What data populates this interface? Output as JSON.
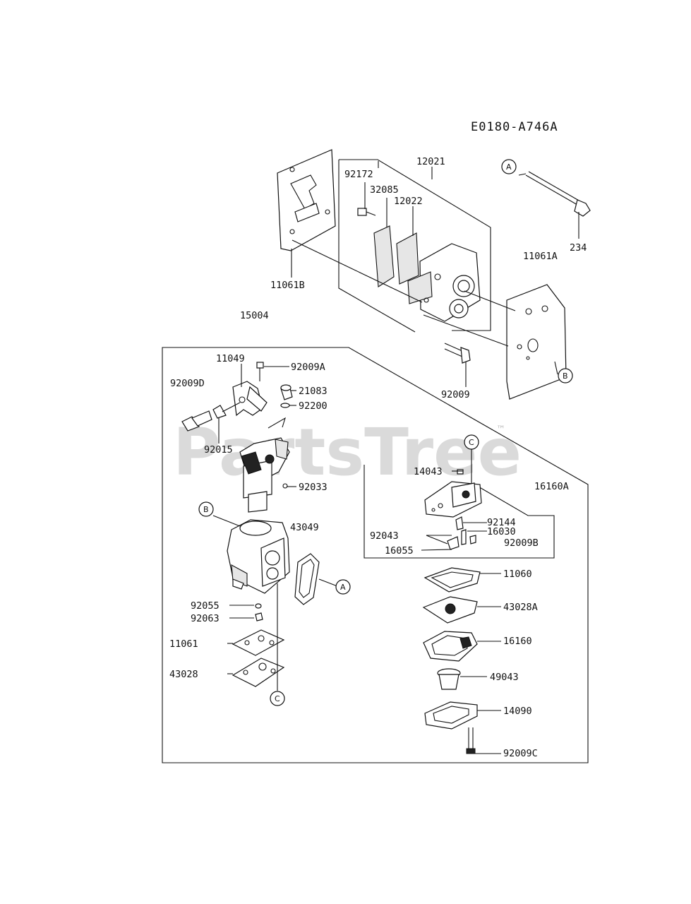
{
  "diagram_code": "E0180-A746A",
  "watermark": "PartsTree",
  "trademark": "™",
  "markers": {
    "a": "A",
    "b": "B",
    "c": "C"
  },
  "labels": {
    "p92172": "92172",
    "p32085": "32085",
    "p12021": "12021",
    "p12022": "12022",
    "p11061b": "11061B",
    "p15004": "15004",
    "p234": "234",
    "p11061a": "11061A",
    "p92009": "92009",
    "p11049": "11049",
    "p92009a": "92009A",
    "p92009d": "92009D",
    "p21083": "21083",
    "p92200": "92200",
    "p92015": "92015",
    "p92033": "92033",
    "p43049": "43049",
    "p14043": "14043",
    "p16160a": "16160A",
    "p92144": "92144",
    "p92043": "92043",
    "p16030": "16030",
    "p92009b": "92009B",
    "p16055": "16055",
    "p11060": "11060",
    "p43028a": "43028A",
    "p16160": "16160",
    "p49043": "49043",
    "p14090": "14090",
    "p92009c": "92009C",
    "p92055": "92055",
    "p92063": "92063",
    "p11061": "11061",
    "p43028": "43028"
  }
}
